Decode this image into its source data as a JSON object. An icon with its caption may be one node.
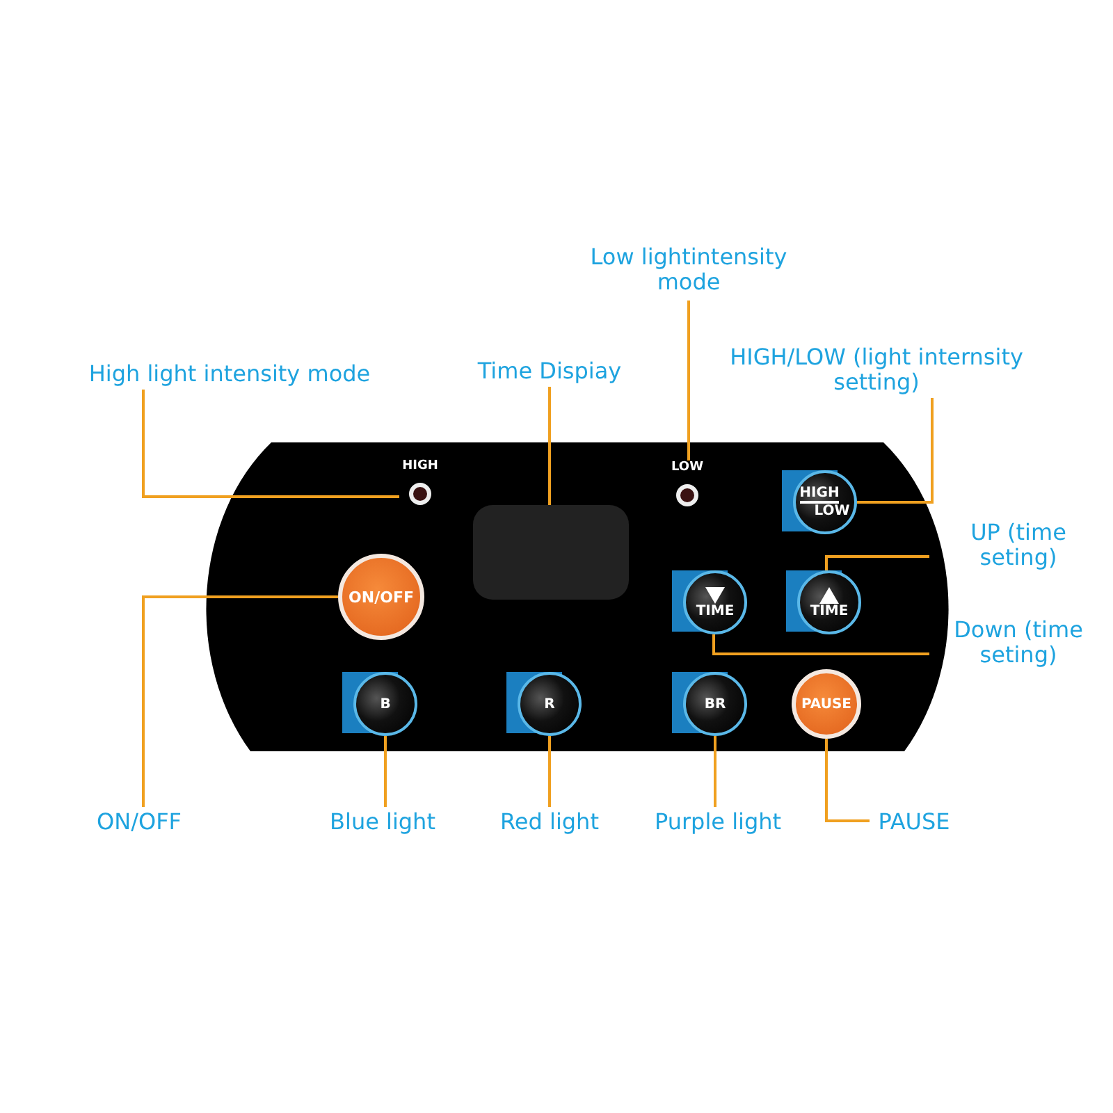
{
  "diagram": {
    "nodes": [
      {
        "text": [
          "High light intensity mode"
        ]
      },
      {
        "text": [
          "Time Dispiay"
        ]
      },
      {
        "text": [
          "Low lightintensity mode"
        ]
      },
      {
        "text": [
          "HIGH/LOW (light internsity setting)"
        ]
      },
      {
        "text": [
          "UP (time seting)"
        ]
      },
      {
        "text": [
          "Down (time seting)"
        ]
      },
      {
        "text": [
          "ON/OFF"
        ]
      },
      {
        "text": [
          "Blue light"
        ]
      },
      {
        "text": [
          "Red light"
        ]
      },
      {
        "text": [
          "Purple light"
        ]
      },
      {
        "text": [
          "PAUSE"
        ]
      },
      {
        "text": [],
        "shape": "circle",
        "beside": [
          "HIGH"
        ]
      },
      {
        "text": [],
        "shape": "box"
      },
      {
        "text": [],
        "shape": "circle",
        "beside": [
          "LOW"
        ]
      },
      {
        "text": [
          "HIGH",
          "LOW"
        ]
      },
      {
        "text": [
          "TIME"
        ]
      },
      {
        "text": [
          "TIME"
        ]
      },
      {
        "text": [
          "ON/OFF"
        ]
      },
      {
        "text": [
          "B"
        ]
      },
      {
        "text": [
          "R"
        ]
      },
      {
        "text": [
          "BR"
        ]
      },
      {
        "text": [
          "PAUSE"
        ]
      }
    ],
    "edges": [
      {
        "from": 0,
        "to": 11,
        "arrow": "none"
      },
      {
        "from": 1,
        "to": 12,
        "arrow": "none"
      },
      {
        "from": 2,
        "to": 13,
        "arrow": "none"
      },
      {
        "from": 3,
        "to": 14,
        "arrow": "none"
      },
      {
        "from": 4,
        "to": 15,
        "arrow": "none"
      },
      {
        "from": 5,
        "to": 16,
        "arrow": "none"
      },
      {
        "from": 6,
        "to": 17,
        "arrow": "none"
      },
      {
        "from": 7,
        "to": 18,
        "arrow": "none"
      },
      {
        "from": 8,
        "to": 19,
        "arrow": "none"
      },
      {
        "from": 9,
        "to": 20,
        "arrow": "none"
      },
      {
        "from": 10,
        "to": 21,
        "arrow": "none"
      }
    ]
  }
}
